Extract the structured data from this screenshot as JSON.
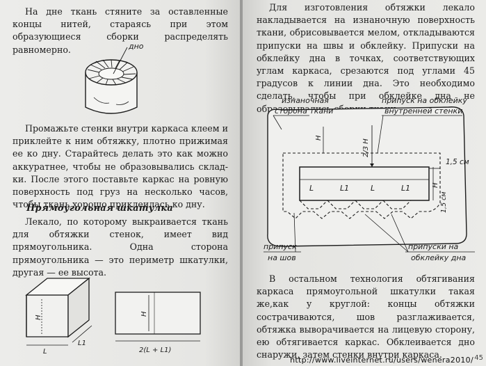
{
  "left_page": {
    "p1": "На дне ткань стяните за оставленные концы нитей, стараясь при этом образующиеся сбор­ки распределять равномерно.",
    "figure_round": {
      "label": "дно"
    },
    "p2": "Промажьте стенки внутри каркаса клеем и приклейте к ним обтяжку, плотно прижимая ее ко дну. Старайтесь делать это как можно аккуратнее, чтобы не образовывались склад­ки. После этого поставьте каркас на ровную поверхность под груз на несколько часов, что­бы ткань хорошо приклеилась ко дну.",
    "heading": "Прямоугольная шкатулка",
    "p3": "Лекало, по которому выкраивается ткань для обтяжки стенок, имеет вид прямоугольни­ка. Одна сторона прямоугольника — это пери­метр шкатулки, другая — ее высота.",
    "figure_box": {
      "h": "H",
      "l": "L",
      "l1": "L1"
    },
    "figure_rect": {
      "h": "H",
      "perimeter": "2(L + L1)"
    }
  },
  "right_page": {
    "p1": "Для изготовления обтяжки лекало наклады­вается на изнаночную поверхность ткани, обри­совывается мелом, откладываются припуски на швы и обклейку. Припуски на обклейку дна в точках, соответствующих углам каркаса, среза­ются под углами 45 градусов к линии дна. Это необходимо сделать, чтобы при обклейке дна не образовывались сборки ткани.",
    "figure_pattern": {
      "wrong_side_1": "изнаночная",
      "wrong_side_2": "сторона ткани",
      "allow_inner_1": "припуск на обклейку",
      "allow_inner_2": "внутренней стенки",
      "two_thirds_h": "2/3 Н",
      "cm_right": "1,5 см",
      "cm_bottom": "1,5 см",
      "h": "Н",
      "seg1": "L",
      "seg2": "L1",
      "seg3": "L",
      "seg4": "L1",
      "seam_1": "припуск",
      "seam_2": "на шов",
      "bottom_1": "припуски на",
      "bottom_2": "обклейку дна"
    },
    "p2": "В остальном технология обтягивания карка­са прямоугольной шкатулки такая же,как у круглой: концы обтяжки сострачиваются, шов разглаживается, обтяжка выворачивается на лицевую сторону, ею обтягивается каркас. Об­клеивается дно снаружи, затем стенки внутри каркаса.",
    "page_number": "45",
    "watermark": "http://www.liveinternet.ru/users/wenera2010/"
  }
}
